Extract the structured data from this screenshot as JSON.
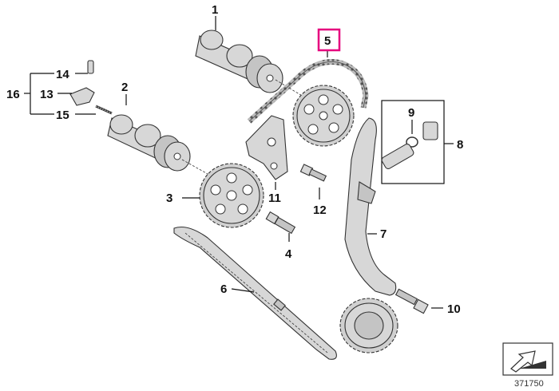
{
  "callouts": {
    "c1": "1",
    "c2": "2",
    "c3": "3",
    "c4": "4",
    "c5": "5",
    "c6": "6",
    "c7": "7",
    "c8": "8",
    "c9": "9",
    "c10": "10",
    "c11": "11",
    "c12": "12",
    "c13": "13",
    "c14": "14",
    "c15": "15",
    "c16": "16"
  },
  "diagram_number": "371750",
  "colors": {
    "highlight": "#e6007e",
    "part_fill": "#d7d7d7",
    "line": "#333333"
  }
}
